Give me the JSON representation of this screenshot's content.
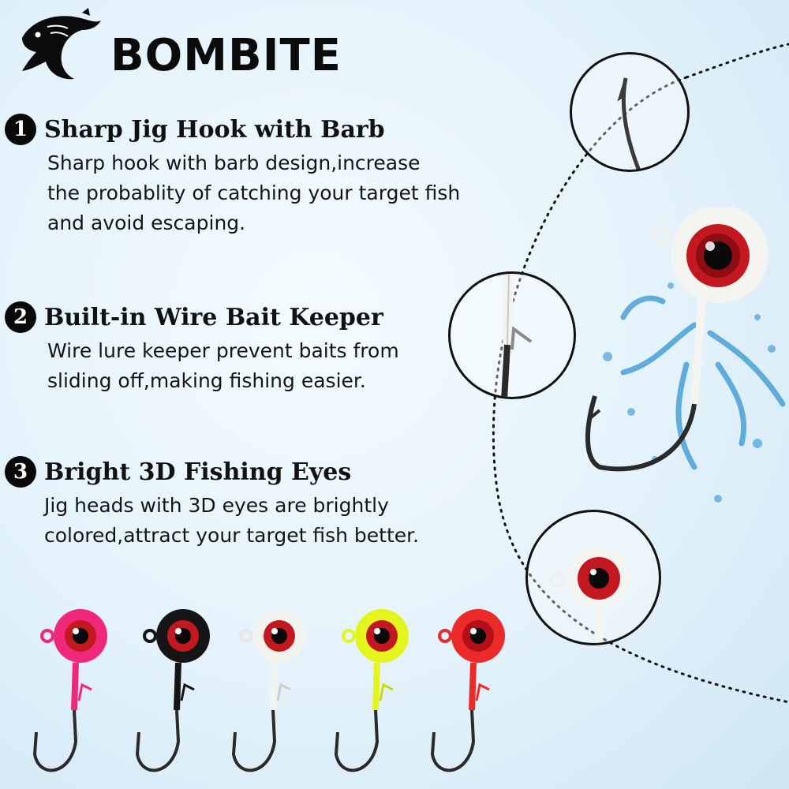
{
  "brand": {
    "name": "BOMBITE",
    "logo_icon": "leaping-fish-logo-icon"
  },
  "features": [
    {
      "number": "1",
      "title": "Sharp Jig Hook with Barb",
      "lines": [
        "Sharp hook with barb design,increase",
        "the probablity of catching your target fish",
        "and avoid escaping."
      ]
    },
    {
      "number": "2",
      "title": "Built-in Wire Bait Keeper",
      "lines": [
        "Wire lure keeper prevent baits from",
        "sliding off,making fishing easier."
      ]
    },
    {
      "number": "3",
      "title": "Bright 3D Fishing Eyes",
      "lines": [
        "Jig heads with 3D eyes are brightly",
        "colored,attract your target fish better."
      ]
    }
  ],
  "detail_circles": [
    "barb-hook-closeup-icon",
    "wire-keeper-closeup-icon",
    "3d-eye-closeup-icon"
  ],
  "jig_colors": [
    {
      "name": "pink",
      "color": "#f0287a"
    },
    {
      "name": "black",
      "color": "#151515"
    },
    {
      "name": "white",
      "color": "#f2f2ee"
    },
    {
      "name": "chartreuse",
      "color": "#e4f51e"
    },
    {
      "name": "red",
      "color": "#ec2a2a"
    }
  ],
  "colors": {
    "text": "#111111",
    "eye_red": "#c41820",
    "water": "#4aa0d8"
  }
}
